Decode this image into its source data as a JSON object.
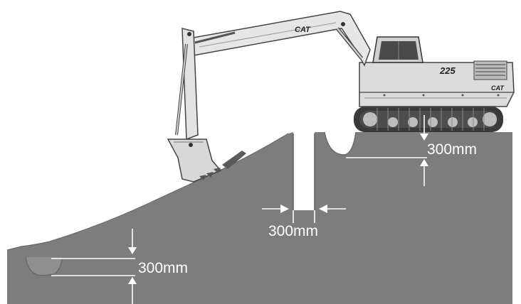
{
  "diagram": {
    "boom_brand": "CAT",
    "cab_model": "225",
    "body_brand": "CAT",
    "dimensions": {
      "bench_step": "300mm",
      "trench_width": "300mm",
      "toe_ditch": "300mm"
    }
  },
  "colors": {
    "ground": "#7d7d7d",
    "ground_edge": "#6a6a6a",
    "machine_light": "#e6e6e6",
    "machine_mid": "#c9c9c9",
    "machine_dark": "#3a3a3a",
    "dimension_lines": "#ffffff"
  }
}
